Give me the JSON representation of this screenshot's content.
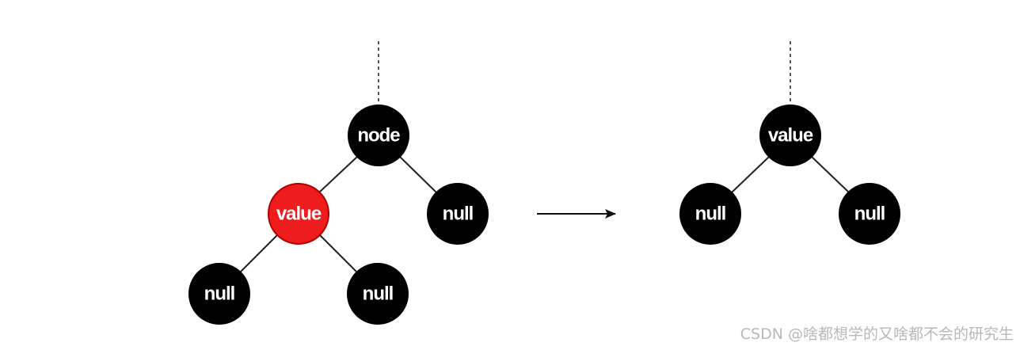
{
  "colors": {
    "black_node": "#000000",
    "red_node": "#ee1c1c",
    "red_node_stroke": "#b10000",
    "edge": "#222222"
  },
  "before_tree": {
    "root": {
      "label": "node",
      "color": "black"
    },
    "left": {
      "label": "value",
      "color": "red"
    },
    "right": {
      "label": "null",
      "color": "black"
    },
    "left_left": {
      "label": "null",
      "color": "black"
    },
    "left_right": {
      "label": "null",
      "color": "black"
    }
  },
  "after_tree": {
    "root": {
      "label": "value",
      "color": "black"
    },
    "left": {
      "label": "null",
      "color": "black"
    },
    "right": {
      "label": "null",
      "color": "black"
    }
  },
  "arrow": {
    "icon": "right-arrow-icon"
  },
  "watermark": {
    "text": "CSDN @啥都想学的又啥都不会的研究生"
  }
}
